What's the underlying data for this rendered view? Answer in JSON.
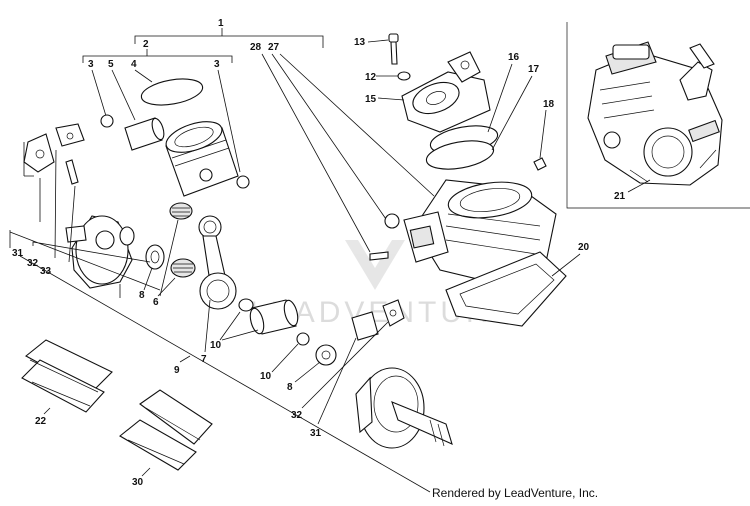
{
  "labels": {
    "l1": "1",
    "l2": "2",
    "l3a": "3",
    "l3b": "3",
    "l4": "4",
    "l5": "5",
    "l6": "6",
    "l7": "7",
    "l8a": "8",
    "l8b": "8",
    "l9": "9",
    "l10a": "10",
    "l10b": "10",
    "l12": "12",
    "l13": "13",
    "l15": "15",
    "l16": "16",
    "l17": "17",
    "l18": "18",
    "l20": "20",
    "l21": "21",
    "l22": "22",
    "l27": "27",
    "l28": "28",
    "l30": "30",
    "l31a": "31",
    "l31b": "31",
    "l32a": "32",
    "l32b": "32",
    "l33": "33"
  },
  "watermark": "LEADVENTURE",
  "credit": "Rendered by LeadVenture, Inc."
}
